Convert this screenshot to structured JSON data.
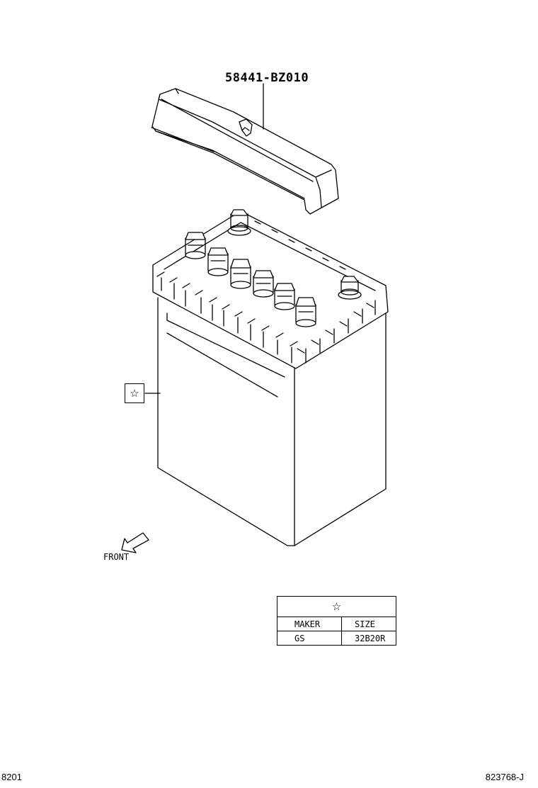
{
  "part_number": "58441-BZ010",
  "callout_symbol": "☆",
  "direction_label": "FRONT",
  "spec_table": {
    "header_symbol": "☆",
    "columns": [
      "MAKER",
      "SIZE"
    ],
    "rows": [
      [
        "GS",
        "32B20R"
      ]
    ]
  },
  "footer": {
    "left_code": "8201",
    "right_code": "823768-J"
  }
}
